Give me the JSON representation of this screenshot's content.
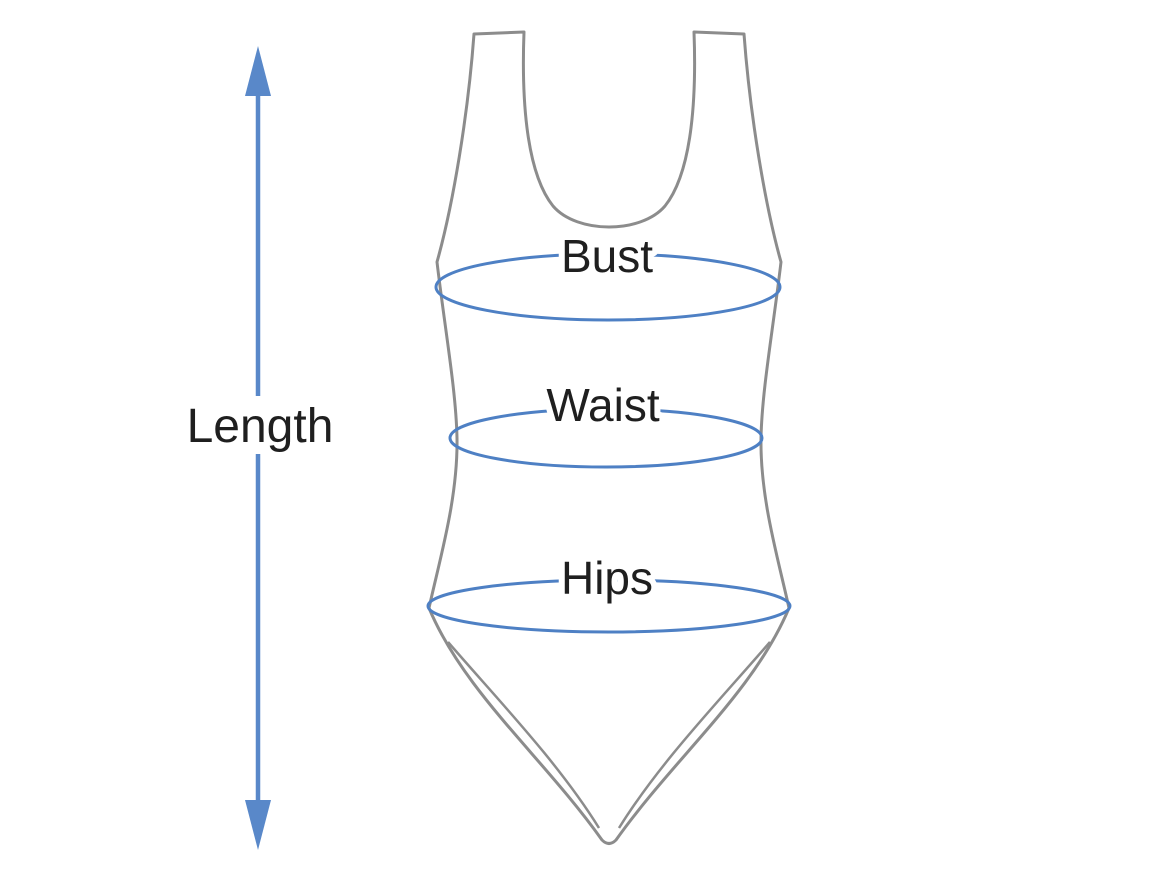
{
  "diagram": {
    "labels": {
      "length": "Length",
      "bust": "Bust",
      "waist": "Waist",
      "hips": "Hips"
    },
    "colors": {
      "measurement_ellipse": "#4e80c4",
      "length_arrow": "#5988c9",
      "garment_outline": "#8c8c8c",
      "label_text": "#1f1f1f",
      "background": "#ffffff"
    }
  }
}
